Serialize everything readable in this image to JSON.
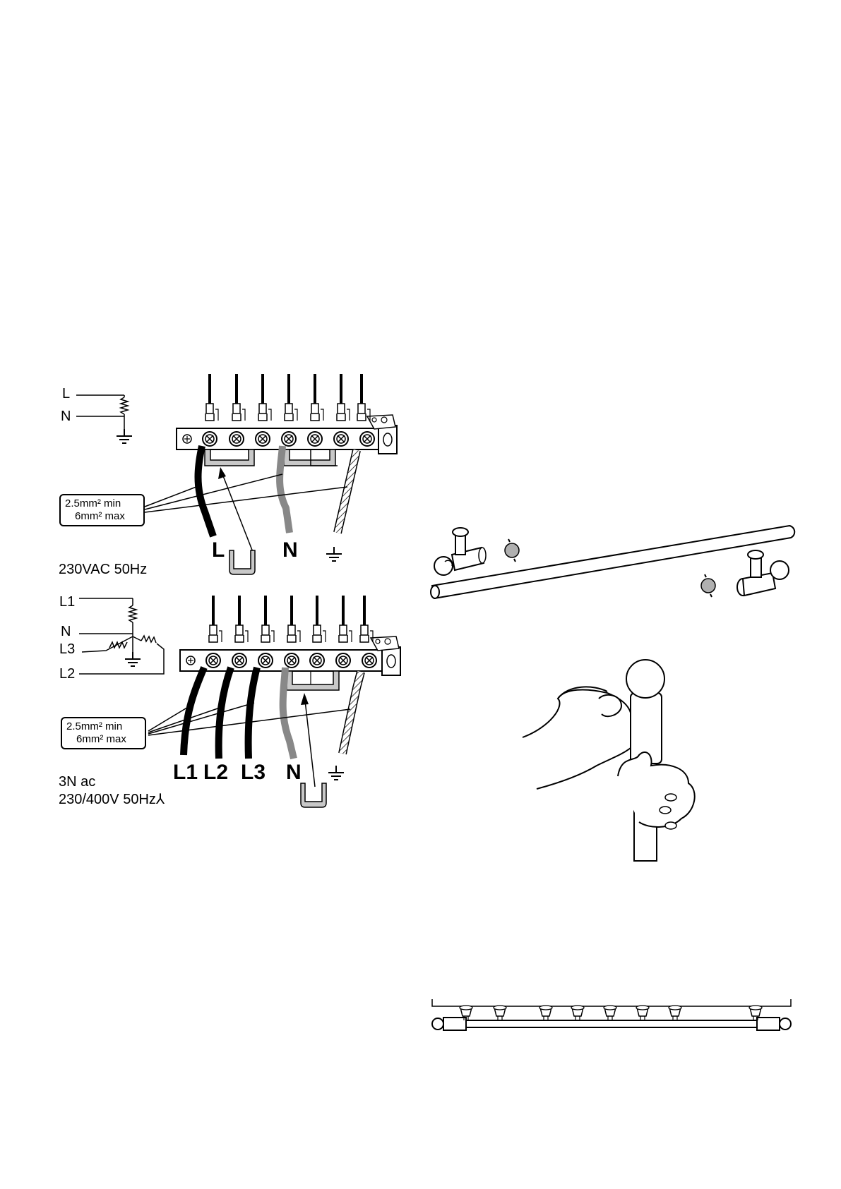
{
  "single_phase": {
    "schematic_labels": [
      "L",
      "N"
    ],
    "cable_size": {
      "min": "2.5mm² min",
      "max": "6mm² max"
    },
    "wire_labels": {
      "live": "L",
      "neutral": "N"
    },
    "supply": "230VAC 50Hz"
  },
  "three_phase": {
    "schematic_labels": [
      "L1",
      "N",
      "L3",
      "L2"
    ],
    "cable_size": {
      "min": "2.5mm² min",
      "max": "6mm² max"
    },
    "wire_labels": [
      "L1",
      "L2",
      "L3",
      "N"
    ],
    "supply_line1": "3N ac",
    "supply_line2": "230/400V 50Hz",
    "star_symbol": "⅄"
  },
  "icons": [
    "earth-symbol",
    "terminal-block",
    "bridge-link",
    "rail",
    "rail-end-cap",
    "hand-holding-rail",
    "shelf-rail-assembly"
  ]
}
